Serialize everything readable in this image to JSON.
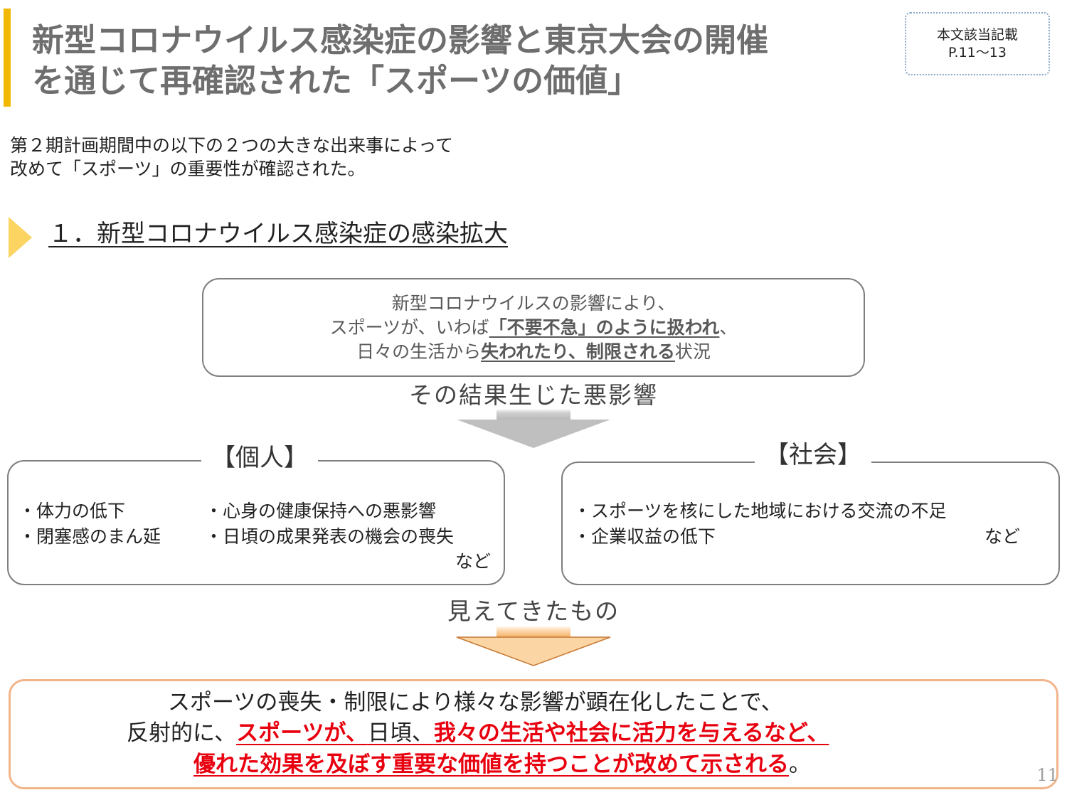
{
  "title": {
    "line1": "新型コロナウイルス感染症の影響と東京大会の開催",
    "line2": "を通じて再確認された「スポーツの価値」"
  },
  "reference": {
    "line1": "本文該当記載",
    "line2": "P.11～13"
  },
  "intro": {
    "line1": "第２期計画期間中の以下の２つの大きな出来事によって",
    "line2": "改めて「スポーツ」の重要性が確認された。"
  },
  "section": {
    "heading": "１．新型コロナウイルス感染症の感染拡大"
  },
  "situation": {
    "line1": "新型コロナウイルスの影響により、",
    "line2_prefix": "スポーツが、いわば",
    "line2_bold": "「不要不急」のように扱われ",
    "line2_suffix": "、",
    "line3_prefix": "日々の生活から",
    "line3_bold": "失われたり、制限される",
    "line3_suffix": "状況"
  },
  "arrow1_caption": "その結果生じた悪影響",
  "individual": {
    "label": "【個人】",
    "items_col1": [
      "・体力の低下",
      "・閉塞感のまん延"
    ],
    "items_col2": [
      "・心身の健康保持への悪影響",
      "・日頃の成果発表の機会の喪失"
    ],
    "etc": "など"
  },
  "society": {
    "label": "【社会】",
    "items": [
      "・スポーツを核にした地域における交流の不足",
      "・企業収益の低下"
    ],
    "etc": "など"
  },
  "arrow2_caption": "見えてきたもの",
  "conclusion": {
    "line1": "スポーツの喪失・制限により様々な影響が顕在化したことで、",
    "line2_prefix": "反射的に、",
    "line2_red1": "スポーツが、",
    "line2_mid": "日頃、",
    "line2_red2": "我々の生活や社会に活力を与えるなど、",
    "line3_red": "優れた効果を及ぼす重要な価値を持つことが改めて示される",
    "line3_suffix": "。"
  },
  "page_number": "11",
  "colors": {
    "accent": "#f2b700",
    "title_gray": "#6e6e6e",
    "emphasis_red": "#e8000f",
    "result_border": "#f2b48a",
    "arrow_gray": "#bfbfbf",
    "arrow_orange": "#f5b066"
  }
}
